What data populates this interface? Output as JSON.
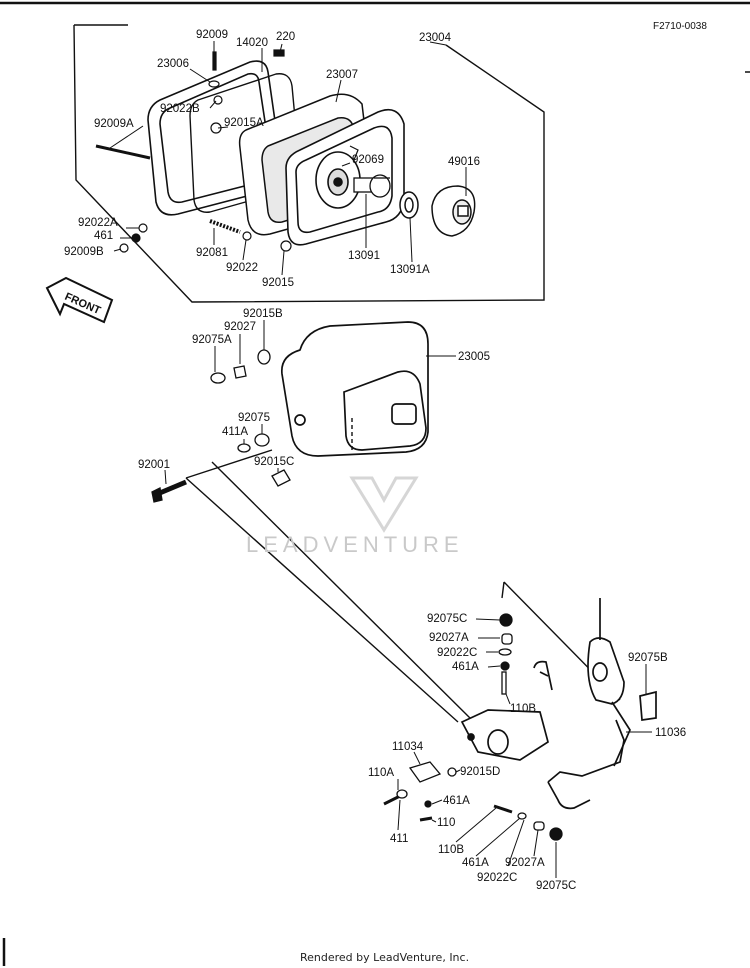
{
  "diagram_code": "F2710-0038",
  "watermark": "LEADVENTURE",
  "footer": "Rendered by LeadVenture, Inc.",
  "front_label": "FRONT",
  "part_labels": {
    "p92009": "92009",
    "p14020": "14020",
    "p220": "220",
    "p23004": "23004",
    "p23006": "23006",
    "p23007": "23007",
    "p92022B": "92022B",
    "p92009A": "92009A",
    "p92015A": "92015A",
    "p92069": "92069",
    "p49016": "49016",
    "p92022A": "92022A",
    "p461": "461",
    "p92009B": "92009B",
    "p92081": "92081",
    "p92022": "92022",
    "p92015": "92015",
    "p13091": "13091",
    "p13091A": "13091A",
    "p92015B": "92015B",
    "p92027": "92027",
    "p92075A": "92075A",
    "p23005": "23005",
    "p92075": "92075",
    "p411A": "411A",
    "p92001": "92001",
    "p92015C": "92015C",
    "p92075C_top": "92075C",
    "p92027A_top": "92027A",
    "p92022C_top": "92022C",
    "p461A_top": "461A",
    "p110B_top": "110B",
    "p92075B": "92075B",
    "p11036": "11036",
    "p11034": "11034",
    "p110A": "110A",
    "p92015D": "92015D",
    "p461A_mid": "461A",
    "p110": "110",
    "p411": "411",
    "p110B_bot": "110B",
    "p461A_bot": "461A",
    "p92022C_bot": "92022C",
    "p92027A_bot": "92027A",
    "p92075C_bot": "92075C"
  }
}
